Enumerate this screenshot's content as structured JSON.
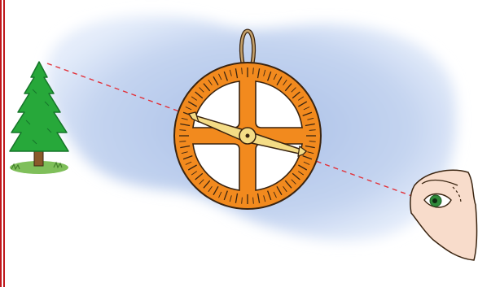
{
  "illustration": {
    "subject": "astrolabe-sighting",
    "objects": [
      "tree",
      "astrolabe",
      "eye"
    ],
    "sight_line_style": "dashed"
  },
  "colors": {
    "page_edge": "#c0161b",
    "background": "#ffffff",
    "cloud": "#a9bfe6",
    "cloud_light": "#e4ecfa",
    "sight_line": "#e2323a",
    "astrolabe_body": "#f28a1e",
    "astrolabe_hole": "#ffffff",
    "alidade": "#f4dc86",
    "outline": "#3a2410",
    "tree_green": "#27a83a",
    "tree_dark": "#16752a",
    "trunk": "#8a5a2b",
    "grass": "#7fbf5a",
    "hand_skin": "#f8dccb",
    "eye_white": "#ffffff",
    "iris": "#2f8a3a",
    "hanging_loop": "#c4a06a"
  }
}
